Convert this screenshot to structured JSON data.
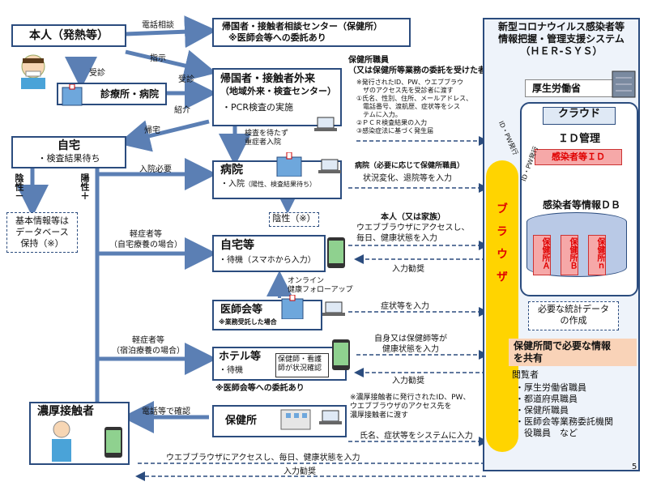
{
  "left": {
    "patient_title": "本人（発熱等）",
    "clinic": "診療所・病院",
    "home_title": "自宅",
    "home_sub": "・検査結果待ち",
    "negative": "陰性－",
    "positive": "陽性＋",
    "basic_db": "基本情報等は\nデータベース\n保持（※）",
    "close_contact": "濃厚接触者"
  },
  "center": {
    "phone_consult": "電話相談",
    "center1_title": "帰国者・接触者相談センター（保健所）",
    "center1_sub": "※医師会等への委託あり",
    "instruction": "指示",
    "visit1": "受診",
    "visit2": "受診",
    "referral": "紹介",
    "go_home": "帰宅",
    "outpatient_title": "帰国者・接触者外来",
    "outpatient_sub": "（地域外来・検査センター）",
    "outpatient_pcr": "・PCR検査の実施",
    "admit_note": "検査を待たず\n重症者入院",
    "hospital_needed": "入院必要",
    "hospital_title": "病院",
    "hospital_sub": "・入院",
    "hospital_sub2": "（陽性、検査結果待ち）",
    "negative_result": "陰性（※）",
    "mild_home": "軽症者等\n（自宅療養の場合）",
    "home_etc_title": "自宅等",
    "home_etc_sub": "・待機（スマホから入力）",
    "online_followup": "オンライン\n健康フォローアップ",
    "doctors_title": "医師会等",
    "doctors_sub": "※業務受託した場合",
    "mild_hotel": "軽症者等\n（宿泊療養の場合）",
    "hotel_title": "ホテル等",
    "hotel_sub": "・待機",
    "hotel_nurse": "保健師・看護\n師が状況確認",
    "hotel_note": "※医師会等への委託あり",
    "phone_confirm": "電話等で確認",
    "health_center": "保健所"
  },
  "notes": {
    "staff_title": "保健所職員\n（又は保健所等業務の委託を受けた者）",
    "staff_detail": "※発行されたID、PW、ウエブブラウ\n　ザのアクセス先を受診者に渡す\n①氏名、性別、住所、メールアドレス、\n　電話番号、渡航歴、症状等をシス\n　テムに入力。\n②ＰＣＲ検査結果の入力\n③感染症法に基づく発生届",
    "hospital_input_title": "病院（必要に応じて保健所職員）",
    "hospital_input": "状況変化、退院等を入力",
    "self_title": "本人（又は家族）",
    "self_detail": "ウエブブラウザにアクセスし、\n毎日、健康状態を入力",
    "input_encourage1": "入力勧奨",
    "symptom_input": "症状等を入力",
    "self_or_nurse": "自身又は保健師等が\n健康状態を入力",
    "input_encourage2": "入力勧奨",
    "contact_note": "※濃厚接触者に発行されたID、PW、\nウエブブラウザのアクセス先を\n濃厚接触者に渡す",
    "name_symptom": "氏名、症状等をシステムに入力",
    "bottom_browser": "ウエブブラウザにアクセスし、毎日、健康状態を入力",
    "bottom_encourage": "入力勧奨"
  },
  "system": {
    "title": "新型コロナウイルス感染者等\n情報把握・管理支援システム\n（ＨＥＲ-ＳＹＳ）",
    "mhlw": "厚生労働省",
    "cloud": "クラウド",
    "id_mgmt": "ＩＤ管理",
    "infected_id": "感染者等ＩＤ",
    "id_pw_issue1": "ID・PW発行",
    "id_pw_issue2": "ID・PW発行",
    "browser": "ブラウザ",
    "db_title": "感染者等情報ＤＢ",
    "db_a": "保健所Ａ",
    "db_b": "保健所Ｂ",
    "db_n": "保健所ｎ",
    "stats": "必要な統計データ\nの作成",
    "share": "保健所間で必要な情報\nを共有",
    "viewers_title": "閲覧者",
    "viewers": [
      "・厚生労働省職員",
      "・都道府県職員",
      "・保健所職員",
      "・医師会等業務委託機関\n　役職員　など"
    ]
  },
  "page_number": "5"
}
